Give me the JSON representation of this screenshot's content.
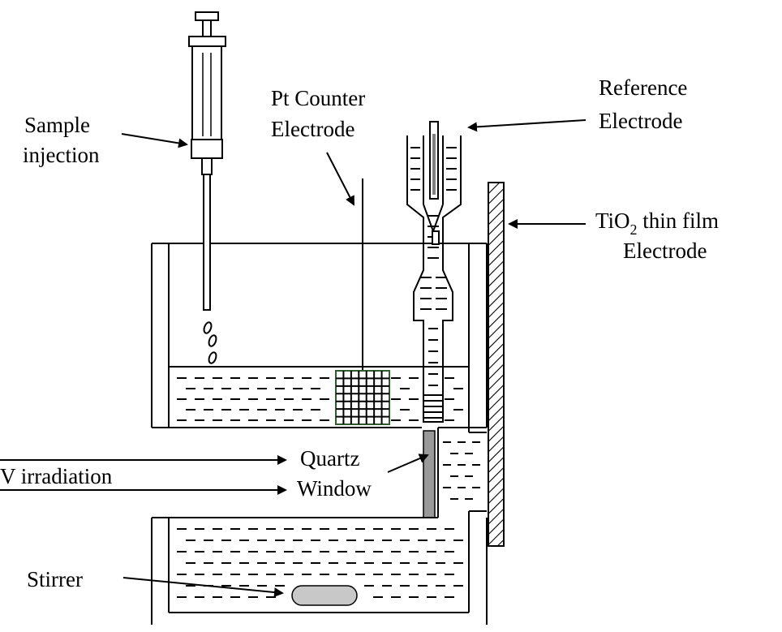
{
  "labels": {
    "sample_line1": "Sample",
    "sample_line2": "injection",
    "pt_line1": "Pt Counter",
    "pt_line2": "Electrode",
    "ref_line1": "Reference",
    "ref_line2": "Electrode",
    "tio2_prefix": "TiO",
    "tio2_sub": "2",
    "tio2_suffix": " thin film",
    "tio2_line2": "Electrode",
    "uv": "V irradiation",
    "quartz_line1": "Quartz",
    "quartz_line2": "Window",
    "stirrer": "Stirrer"
  },
  "colors": {
    "ink": "#000000",
    "mesh": "#2e5e2e",
    "window_fill": "#999999",
    "stirrer_fill": "#c8c8c8"
  }
}
